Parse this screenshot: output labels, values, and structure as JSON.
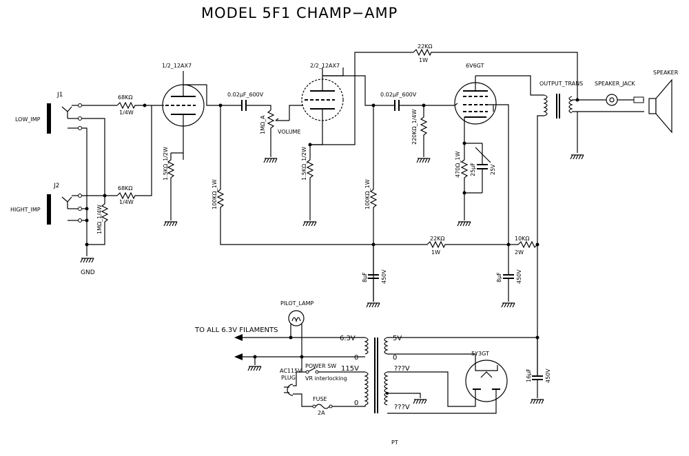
{
  "title": "MODEL 5F1 CHAMP−AMP",
  "inputs": {
    "j1": "J1",
    "j2": "J2",
    "low_imp": "LOW_IMP",
    "hight_imp": "HIGHT_IMP",
    "gnd": "GND",
    "r_1m": "1MΩ_1/4W"
  },
  "tubes": {
    "v1a": "1/2_12AX7",
    "v1b": "2/2_12AX7",
    "power": "6V6GT",
    "rect": "5Y3GT"
  },
  "resistors": {
    "r68k_1": "68KΩ",
    "r68k_1w": "1/4W",
    "r68k_2": "68KΩ",
    "r68k_2w": "1/4W",
    "rk1": "1.5KΩ_1/2W",
    "rp1": "100KΩ_1W",
    "vol": "1MΩ_A",
    "vol_label": "VOLUME",
    "rk2": "1.5KΩ_1/2W",
    "rp2": "100KΩ_1W",
    "rg": "220KΩ_1/4W",
    "rk3": "470Ω_1W",
    "rfb": "22KΩ",
    "rfb_w": "1W",
    "rdrop1": "22KΩ",
    "rdrop1_w": "1W",
    "rdrop2": "10KΩ",
    "rdrop2_w": "2W"
  },
  "caps": {
    "c1": "0.02μF_600V",
    "c2": "0.02μF_600V",
    "ck": "25μF",
    "ck_v": "25V",
    "f1": "8μF",
    "f1_v": "450V",
    "f2": "8μF",
    "f2_v": "450V",
    "f3": "16μF",
    "f3_v": "450V"
  },
  "output": {
    "trans": "OUTPUT_TRANS",
    "jack": "SPEAKER_JACK",
    "speaker": "SPEAKER"
  },
  "power": {
    "pilot": "PILOT_LAMP",
    "filaments": "TO ALL 6.3V FILAMENTS",
    "v63": "6.3V",
    "zero_a": "0",
    "v5": "5V",
    "zero_b": "0",
    "ac": "AC115V",
    "plug": "PLUG",
    "sw": "POWER SW",
    "sw2": "VR interlocking",
    "v115": "115V",
    "zero_c": "0",
    "fuse": "FUSE",
    "fuse_a": "2A",
    "sec1": "???V",
    "sec2": "???V",
    "pt": "PT"
  }
}
